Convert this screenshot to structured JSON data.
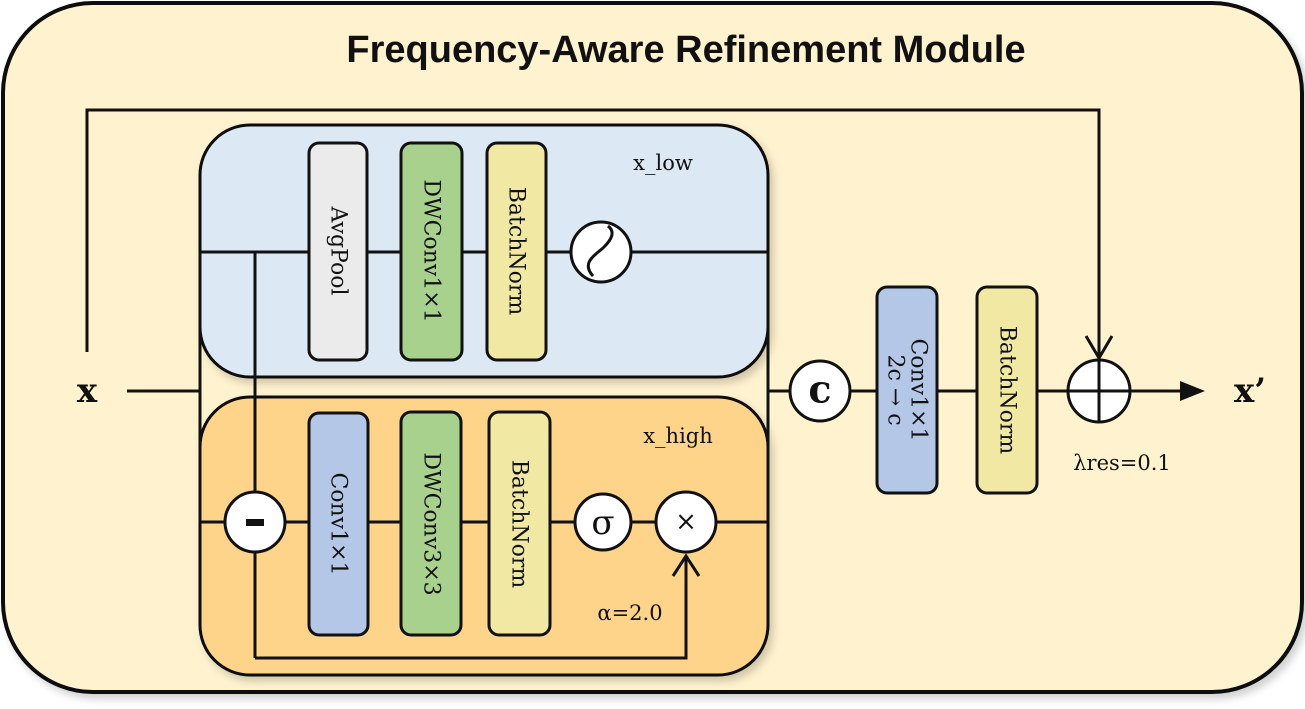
{
  "title": "Frequency-Aware Refinement Module",
  "colors": {
    "background": "#fff2cf",
    "low_branch": "#dde8f5",
    "high_branch": "#fed38a",
    "avgpool": "#ebebeb",
    "dwconv": "#a9d18e",
    "batchnorm": "#f1e8a4",
    "conv": "#b4c7e7"
  },
  "input_label": "x",
  "output_label": "x’",
  "low_branch": {
    "label": "x_low",
    "blocks": [
      "AvgPool",
      "DWConv1×1",
      "BatchNorm"
    ],
    "activation": "sine-wave-icon"
  },
  "high_branch": {
    "label": "x_high",
    "subtract_symbol": "-",
    "blocks": [
      "Conv1×1",
      "DWConv3×3",
      "BatchNorm"
    ],
    "sigma_symbol": "σ",
    "multiply_symbol": "×",
    "alpha_label": "α=2.0"
  },
  "fusion": {
    "concat_symbol": "c",
    "conv_line1": "Conv1×1",
    "conv_line2": "2c → c",
    "norm": "BatchNorm",
    "residual_label": "λres=0.1"
  }
}
